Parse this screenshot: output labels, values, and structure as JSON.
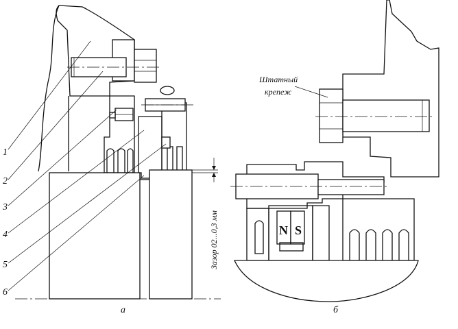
{
  "view_a": {
    "caption": "а",
    "numbers": [
      "1",
      "2",
      "3",
      "4",
      "5",
      "6"
    ],
    "gap_label": "Зазор 02...0,3 мм"
  },
  "view_b": {
    "caption": "б",
    "fastener_line1": "Штатный",
    "fastener_line2": "крепеж",
    "pole_n": "N",
    "pole_s": "S"
  }
}
